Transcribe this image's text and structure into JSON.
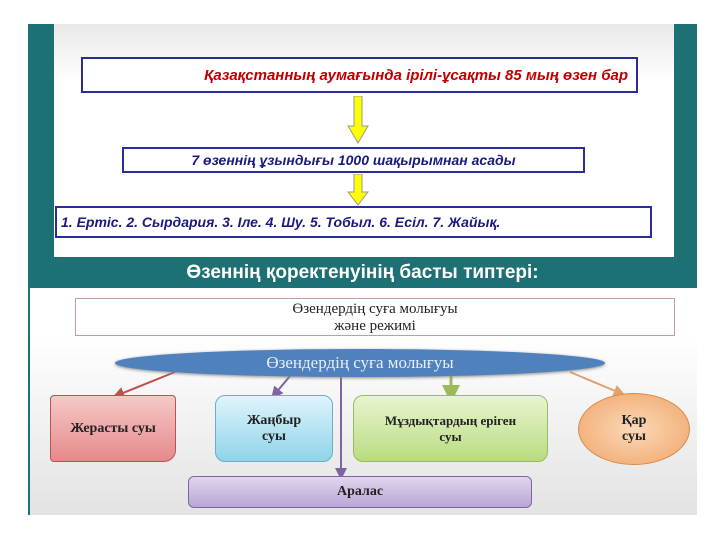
{
  "top": {
    "fact1": "Қазақстанның  аумағында  ірілі-ұсақты 85 мың өзен бар",
    "fact2": "7 өзеннің ұзындығы 1000 шақырымнан  асады",
    "rivers": "1. Ертіс.  2. Сырдария.  3. Іле.  4. Шу.  5. Тобыл.  6. Есіл.  7. Жайық."
  },
  "heading": "Өзеннің қоректенуінің басты типтері:",
  "diagram": {
    "header_line1": "Өзендердің суға молығуы",
    "header_line2": "және режимі",
    "center": "Өзендердің суға молығуы",
    "groundwater": "Жерасты суы",
    "rain": "Жаңбыр суы",
    "glacier": "Мұздықтардың еріген суы",
    "snow": "Қар суы",
    "mixed": "Аралас"
  },
  "colors": {
    "teal": "#1d7074",
    "fact1": "#c00000",
    "navy": "#1a1a80",
    "arrow": "#ffff00"
  }
}
